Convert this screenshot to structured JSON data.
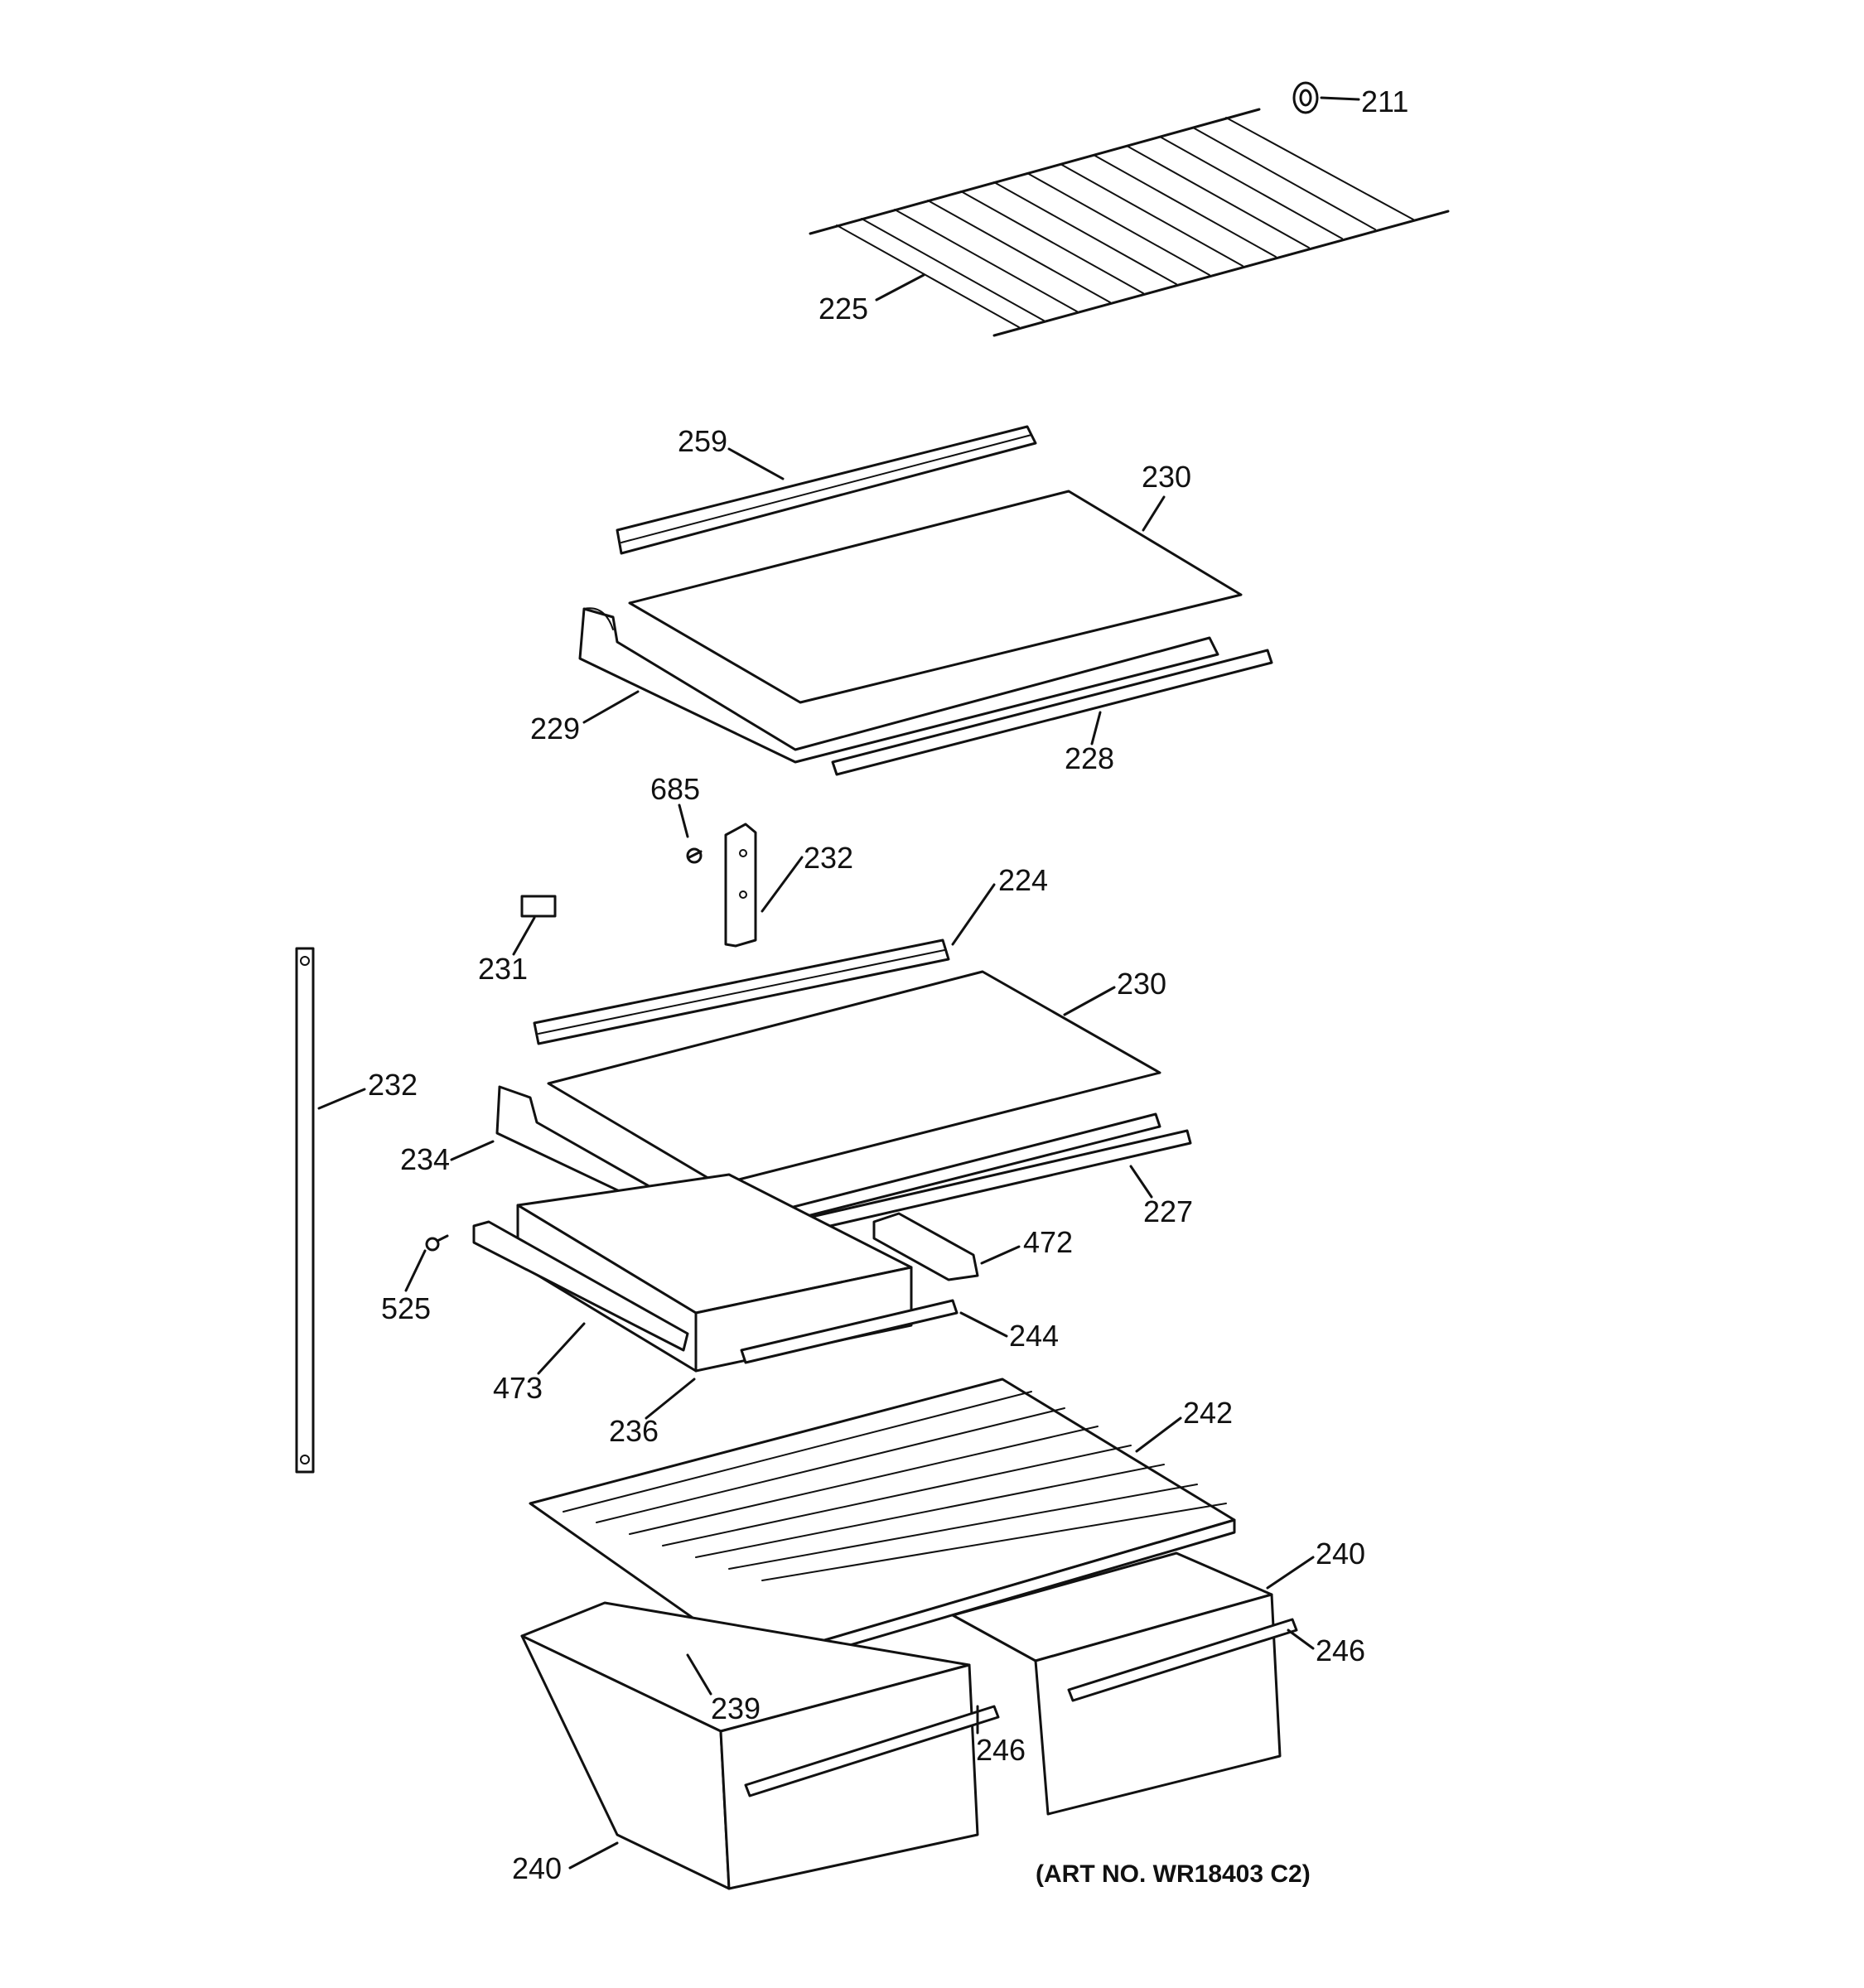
{
  "diagram": {
    "art_number": "(ART NO. WR18403 C2)",
    "callouts": {
      "c211": "211",
      "c225": "225",
      "c259": "259",
      "c230a": "230",
      "c229": "229",
      "c228": "228",
      "c685": "685",
      "c232a": "232",
      "c224": "224",
      "c231": "231",
      "c230b": "230",
      "c232b": "232",
      "c234": "234",
      "c227": "227",
      "c472": "472",
      "c525": "525",
      "c244": "244",
      "c473": "473",
      "c236": "236",
      "c242": "242",
      "c240a": "240",
      "c246a": "246",
      "c239": "239",
      "c246b": "246",
      "c240b": "240"
    }
  }
}
